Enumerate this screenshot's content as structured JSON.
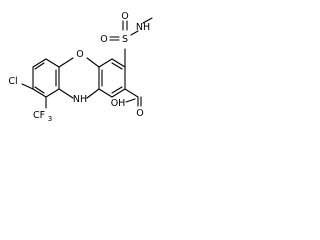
{
  "molecule": {
    "atoms": {
      "o_bridge": "O",
      "nh_bridge": "NH",
      "chlorine": "Cl",
      "trifluoromethyl": "CF",
      "trifluoromethyl_subscript": "3",
      "sulfur": "S",
      "sulfonyl_o_left": "O",
      "sulfonyl_o_down": "O",
      "sulfonamide_nh": "NH",
      "carboxyl_oh": "OH",
      "carbonyl_o": "O"
    }
  }
}
